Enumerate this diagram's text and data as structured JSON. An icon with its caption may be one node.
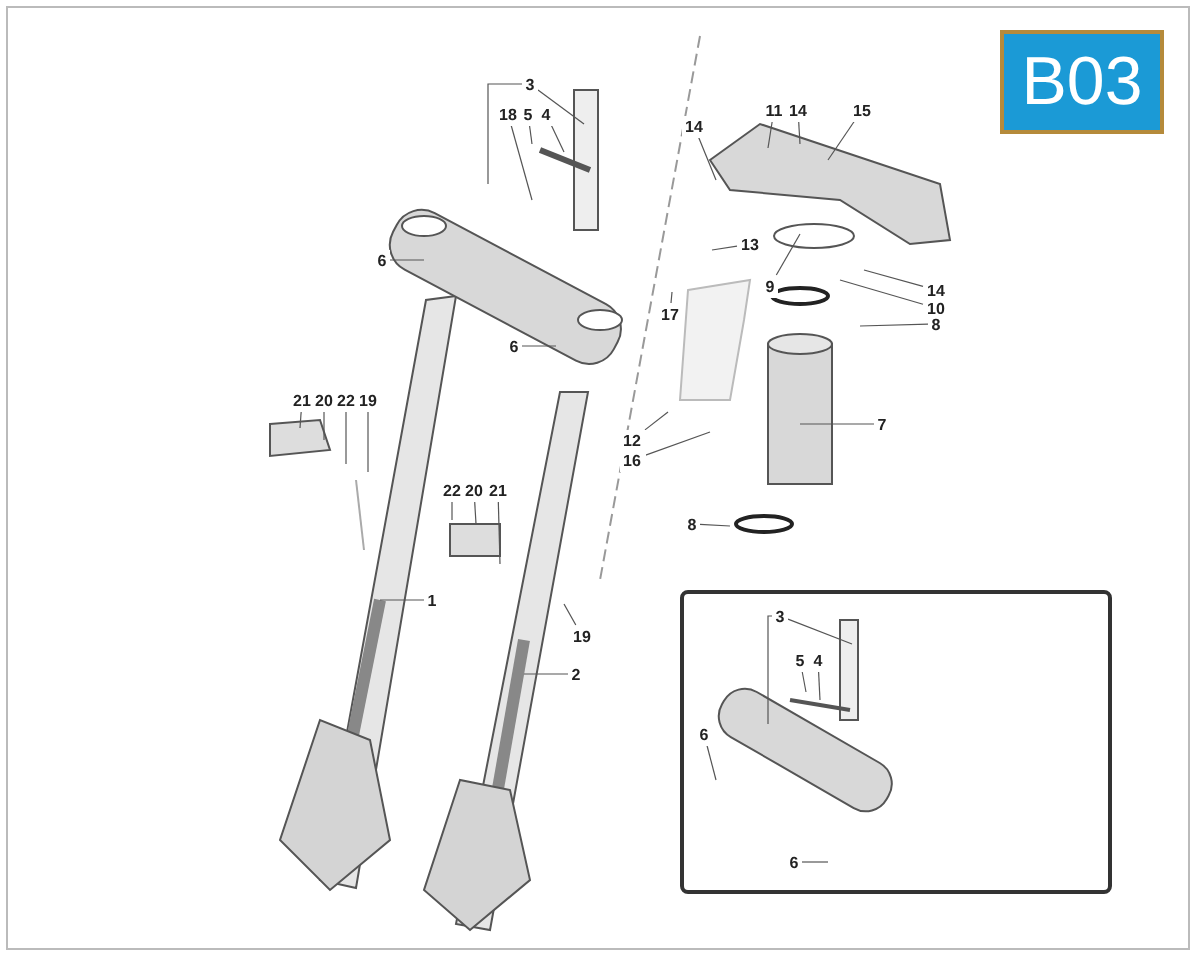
{
  "diagram": {
    "nodes": [
      {
        "text": [
          "B03"
        ]
      },
      {
        "text": [
          "3"
        ]
      },
      {
        "text": [
          "18"
        ]
      },
      {
        "text": [
          "5"
        ]
      },
      {
        "text": [
          "4"
        ]
      },
      {
        "text": [
          "6"
        ]
      },
      {
        "text": [
          "6"
        ]
      },
      {
        "text": [
          "21"
        ]
      },
      {
        "text": [
          "20"
        ]
      },
      {
        "text": [
          "22"
        ]
      },
      {
        "text": [
          "19"
        ]
      },
      {
        "text": [
          "22"
        ]
      },
      {
        "text": [
          "20"
        ]
      },
      {
        "text": [
          "21"
        ]
      },
      {
        "text": [
          "1"
        ]
      },
      {
        "text": [
          "2"
        ]
      },
      {
        "text": [
          "19"
        ]
      },
      {
        "text": [
          "11"
        ]
      },
      {
        "text": [
          "14"
        ]
      },
      {
        "text": [
          "15"
        ]
      },
      {
        "text": [
          "14"
        ]
      },
      {
        "text": [
          "13"
        ]
      },
      {
        "text": [
          "9"
        ]
      },
      {
        "text": [
          "14"
        ]
      },
      {
        "text": [
          "10"
        ]
      },
      {
        "text": [
          "8"
        ]
      },
      {
        "text": [
          "17"
        ]
      },
      {
        "text": [
          "7"
        ]
      },
      {
        "text": [
          "12"
        ]
      },
      {
        "text": [
          "16"
        ]
      },
      {
        "text": [
          "8"
        ]
      },
      {
        "text": [],
        "shape": "box"
      },
      {
        "text": [
          "3"
        ],
        "in": 31
      },
      {
        "text": [
          "5"
        ],
        "in": 31
      },
      {
        "text": [
          "4"
        ],
        "in": 31
      },
      {
        "text": [
          "6"
        ],
        "in": 31
      },
      {
        "text": [
          "6"
        ],
        "in": 31
      }
    ],
    "edges": [
      {
        "from": 1,
        "to": null,
        "arrow": "none"
      },
      {
        "from": 1,
        "to": null,
        "arrow": "none"
      },
      {
        "from": 2,
        "to": null,
        "arrow": "none"
      },
      {
        "from": 3,
        "to": null,
        "arrow": "none"
      },
      {
        "from": 4,
        "to": null,
        "arrow": "none"
      },
      {
        "from": 5,
        "to": null,
        "arrow": "none"
      },
      {
        "from": 6,
        "to": null,
        "arrow": "none"
      },
      {
        "from": 7,
        "to": null,
        "arrow": "none"
      },
      {
        "from": 8,
        "to": null,
        "arrow": "none"
      },
      {
        "from": 9,
        "to": null,
        "arrow": "none"
      },
      {
        "from": 10,
        "to": null,
        "arrow": "none"
      },
      {
        "from": 11,
        "to": null,
        "arrow": "none"
      },
      {
        "from": 12,
        "to": null,
        "arrow": "none"
      },
      {
        "from": 13,
        "to": null,
        "arrow": "none"
      },
      {
        "from": 14,
        "to": null,
        "arrow": "none"
      },
      {
        "from": 15,
        "to": null,
        "arrow": "none"
      },
      {
        "from": 16,
        "to": null,
        "arrow": "none"
      },
      {
        "from": 17,
        "to": null,
        "arrow": "none"
      },
      {
        "from": 18,
        "to": null,
        "arrow": "none"
      },
      {
        "from": 19,
        "to": null,
        "arrow": "none"
      },
      {
        "from": 20,
        "to": null,
        "arrow": "none"
      },
      {
        "from": 21,
        "to": null,
        "arrow": "none"
      },
      {
        "from": 22,
        "to": null,
        "arrow": "none"
      },
      {
        "from": 23,
        "to": null,
        "arrow": "none"
      },
      {
        "from": 24,
        "to": null,
        "arrow": "none"
      },
      {
        "from": 25,
        "to": null,
        "arrow": "none"
      },
      {
        "from": 26,
        "to": null,
        "arrow": "none"
      },
      {
        "from": 27,
        "to": null,
        "arrow": "none"
      },
      {
        "from": 28,
        "to": null,
        "arrow": "none"
      },
      {
        "from": 29,
        "to": null,
        "arrow": "none"
      },
      {
        "from": 30,
        "to": null,
        "arrow": "none"
      },
      {
        "from": 32,
        "to": null,
        "arrow": "none"
      },
      {
        "from": 32,
        "to": null,
        "arrow": "none"
      },
      {
        "from": 33,
        "to": null,
        "arrow": "none"
      },
      {
        "from": 34,
        "to": null,
        "arrow": "none"
      },
      {
        "from": 35,
        "to": null,
        "arrow": "none"
      },
      {
        "from": 36,
        "to": null,
        "arrow": "none"
      }
    ]
  }
}
